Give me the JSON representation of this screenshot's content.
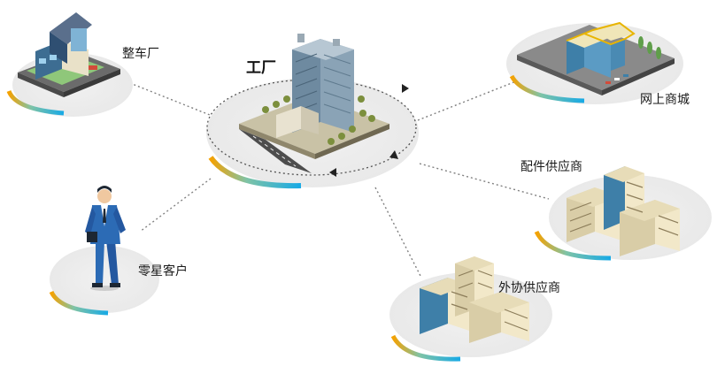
{
  "diagram": {
    "center": {
      "label": "工厂"
    },
    "nodes": [
      {
        "id": "vehicle-plant",
        "label": "整车厂"
      },
      {
        "id": "online-mall",
        "label": "网上商城"
      },
      {
        "id": "parts-supplier",
        "label": "配件供应商"
      },
      {
        "id": "outsourcing-supplier",
        "label": "外协供应商"
      },
      {
        "id": "retail-customer",
        "label": "零星客户"
      }
    ]
  },
  "colors": {
    "accent_orange": "#f5a100",
    "accent_blue": "#16a9e6",
    "halo": "#eeeeee",
    "connector": "#808080",
    "building_glass": "#3e7fa8",
    "building_facade": "#f2e8c9",
    "suit_blue": "#2c6bb5"
  }
}
